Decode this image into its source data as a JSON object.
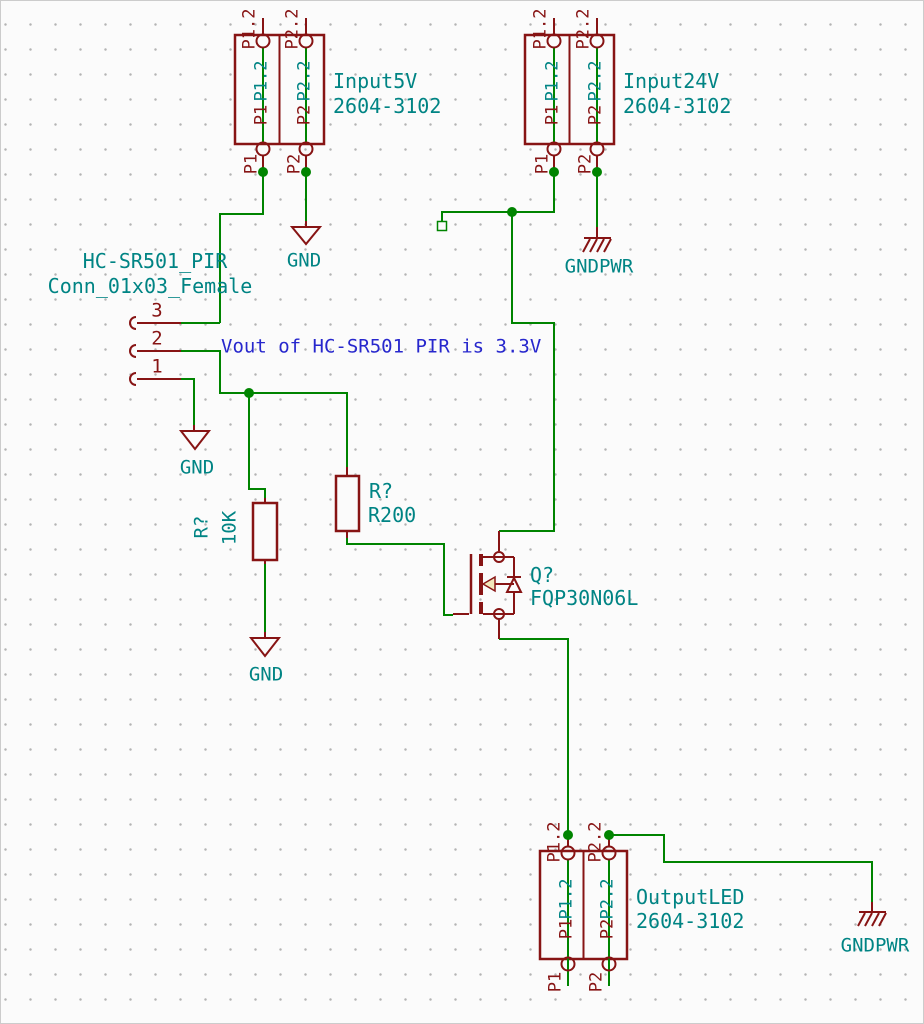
{
  "colors": {
    "wire_green": "#008400",
    "symbol_red": "#871414",
    "field_teal": "#008484",
    "note_blue": "#2727cd",
    "background": "#fbfbfb",
    "grid_dot": "#b4b4b4"
  },
  "note": {
    "text": "Vout of HC-SR501 PIR is 3.3V"
  },
  "connectors": {
    "input5v": {
      "label": "Input5V",
      "part": "2604-3102",
      "pin1_name": "P1.2",
      "pin2_name": "P2.2",
      "pin1_num": "P1",
      "pin2_num": "P2"
    },
    "input24v": {
      "label": "Input24V",
      "part": "2604-3102",
      "pin1_name": "P1.2",
      "pin2_name": "P2.2",
      "pin1_num": "P1",
      "pin2_num": "P2"
    },
    "outputled": {
      "label": "OutputLED",
      "part": "2604-3102",
      "pin1_name": "P1.2",
      "pin2_name": "P2.2",
      "pin1_num": "P1",
      "pin2_num": "P2"
    }
  },
  "pir": {
    "ref": "HC-SR501_PIR",
    "value": "Conn_01x03_Female",
    "pin3": "3",
    "pin2": "2",
    "pin1": "1"
  },
  "r10k": {
    "ref": "R?",
    "value": "10K"
  },
  "r200": {
    "ref": "R?",
    "value": "R200"
  },
  "mosfet": {
    "ref": "Q?",
    "value": "FQP30N06L"
  },
  "power": {
    "gnd": "GND",
    "gndpwr": "GNDPWR"
  }
}
